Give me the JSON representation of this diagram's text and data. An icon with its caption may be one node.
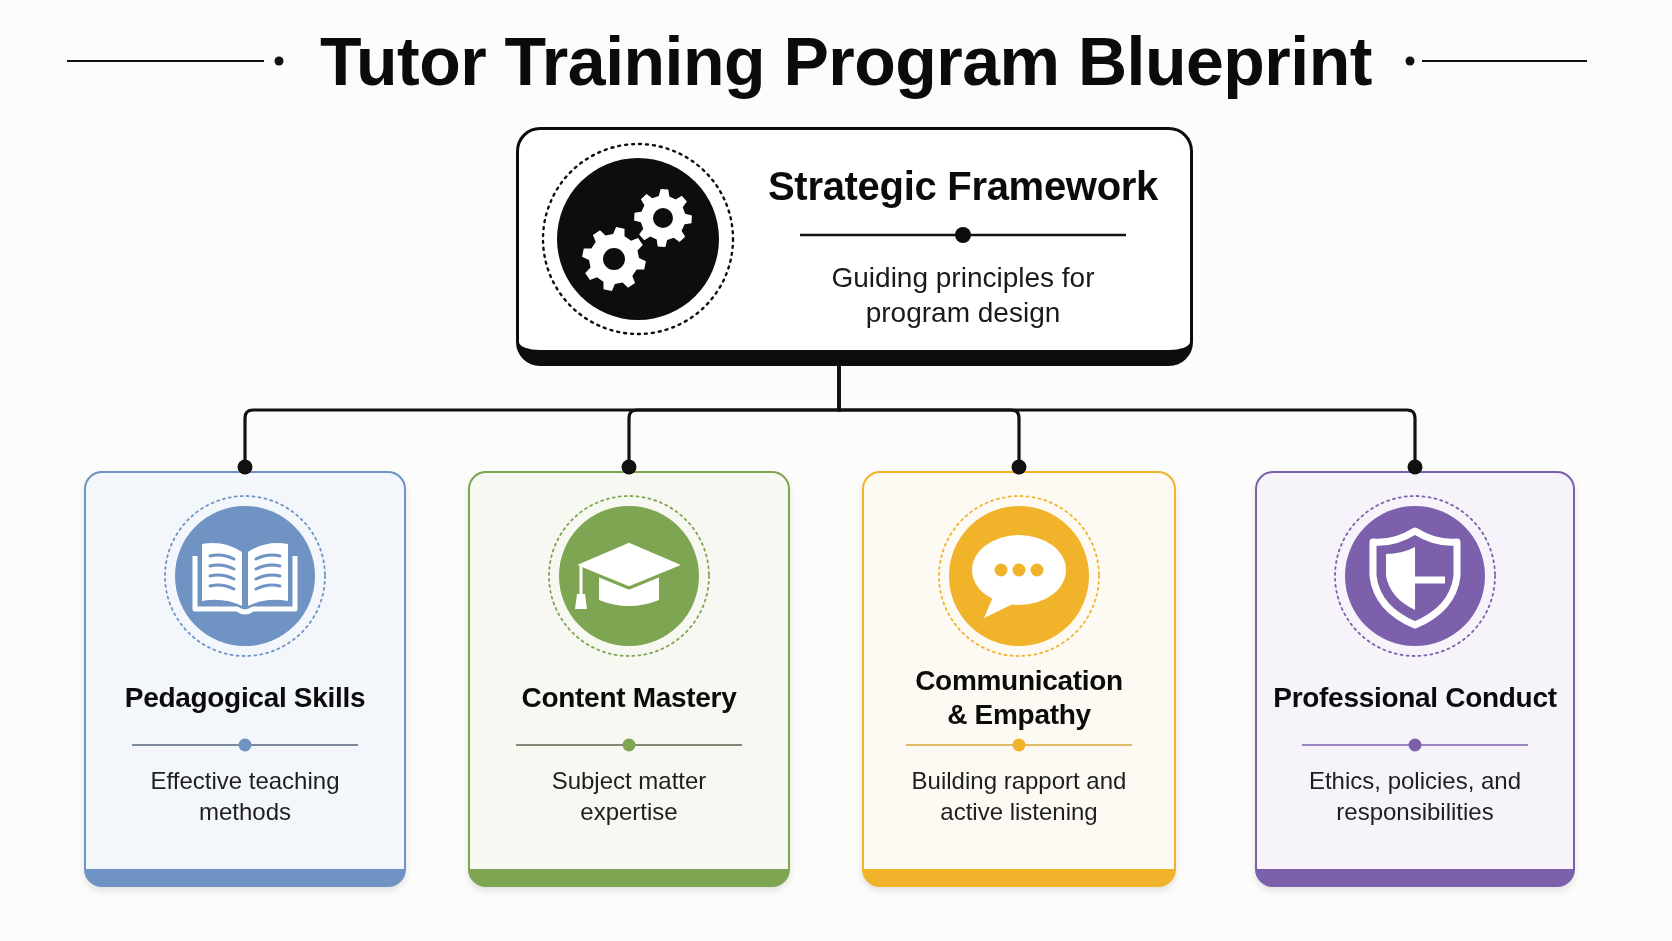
{
  "diagram": {
    "title": "Tutor Training Program Blueprint",
    "nodes": [
      {
        "text": [
          "Strategic Framework",
          "Guiding principles for program design"
        ]
      },
      {
        "text": [
          "Pedagogical Skills",
          "Effective teaching methods"
        ]
      },
      {
        "text": [
          "Content Mastery",
          "Subject matter expertise"
        ]
      },
      {
        "text": [
          "Communication & Empathy",
          "Building rapport and active listening"
        ]
      },
      {
        "text": [
          "Professional Conduct",
          "Ethics, policies, and responsibilities"
        ]
      }
    ],
    "edges": [
      {
        "from": 0,
        "to": 1,
        "arrow": "other"
      },
      {
        "from": 0,
        "to": 2,
        "arrow": "other"
      },
      {
        "from": 0,
        "to": 3,
        "arrow": "other"
      },
      {
        "from": 0,
        "to": 4,
        "arrow": "other"
      }
    ]
  }
}
